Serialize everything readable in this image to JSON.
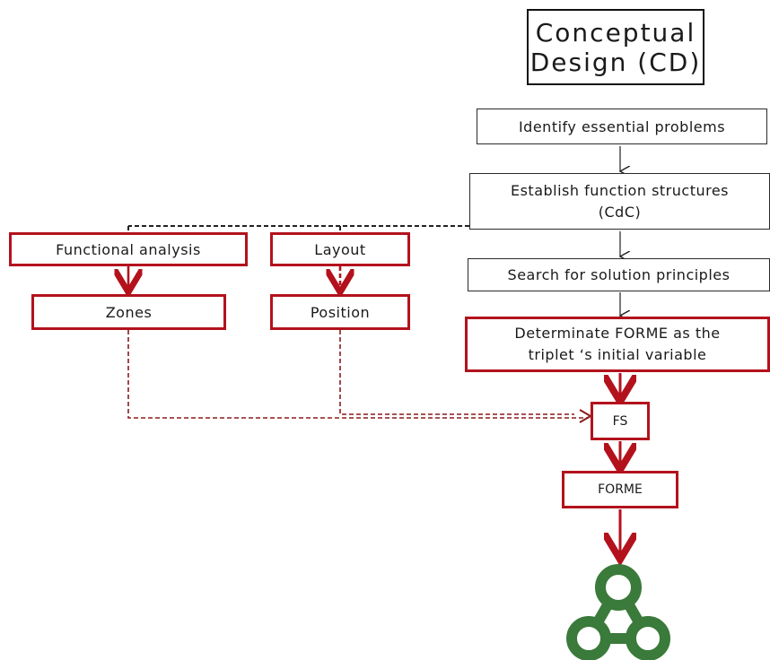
{
  "title": {
    "line1": "Conceptual",
    "line2": "Design (CD)"
  },
  "steps": {
    "identify": "Identify essential problems",
    "establish_line1": "Establish function structures",
    "establish_line2": "(CdC)",
    "search": "Search for solution principles",
    "determinate_line1": "Determinate  FORME as the",
    "determinate_line2": "triplet ‘s initial variable"
  },
  "branches": {
    "functional_analysis": "Functional analysis",
    "zones": "Zones",
    "layout": "Layout",
    "position": "Position"
  },
  "outputs": {
    "fs": "FS",
    "forme": "FORME"
  },
  "colors": {
    "red": "#b3121d",
    "dark_red": "#8b1a1a",
    "green": "#3a7a3a",
    "black": "#1a1a1a"
  },
  "logo": {
    "icon": "triplet-rings-logo"
  }
}
